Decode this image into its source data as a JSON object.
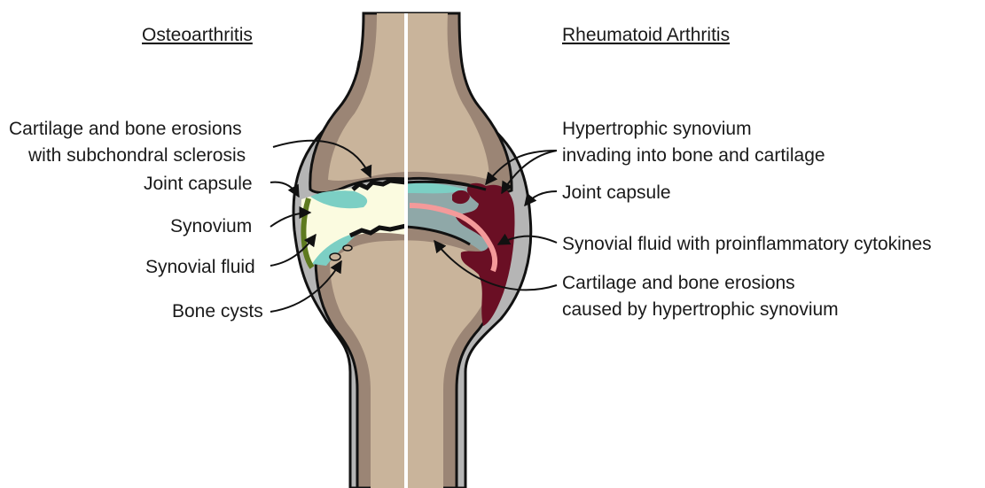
{
  "titles": {
    "left": "Osteoarthritis",
    "right": "Rheumatoid Arthritis"
  },
  "labels_left": {
    "erosions_line1": "Cartilage and bone erosions",
    "erosions_line2": "with subchondral sclerosis",
    "joint_capsule": "Joint capsule",
    "synovium": "Synovium",
    "synovial_fluid": "Synovial fluid",
    "bone_cysts": "Bone cysts"
  },
  "labels_right": {
    "hypertrophic_line1": "Hypertrophic synovium",
    "hypertrophic_line2": "invading into bone and cartilage",
    "joint_capsule": "Joint capsule",
    "synovial_fluid": "Synovial fluid with proinflammatory cytokines",
    "erosions_line1": "Cartilage and bone erosions",
    "erosions_line2": "caused by hypertrophic synovium"
  },
  "colors": {
    "bone_cortex": "#9b8575",
    "bone_marrow": "#c9b49b",
    "capsule": "#b5b5b5",
    "cartilage": "#7ccfc4",
    "oa_fluid": "#fbfbe0",
    "oa_synovium": "#5e7a1f",
    "ra_fluid": "#8fa8a8",
    "ra_synovium": "#6a0f24",
    "ra_cytokines": "#f49a9a"
  }
}
